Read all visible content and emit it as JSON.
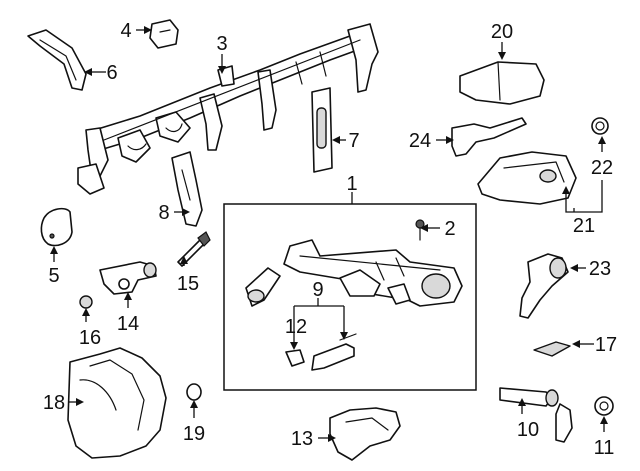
{
  "diagram": {
    "callouts": [
      {
        "id": "c1",
        "text": "1"
      },
      {
        "id": "c2",
        "text": "2"
      },
      {
        "id": "c3",
        "text": "3"
      },
      {
        "id": "c4",
        "text": "4"
      },
      {
        "id": "c5",
        "text": "5"
      },
      {
        "id": "c6",
        "text": "6"
      },
      {
        "id": "c7",
        "text": "7"
      },
      {
        "id": "c8",
        "text": "8"
      },
      {
        "id": "c9",
        "text": "9"
      },
      {
        "id": "c10",
        "text": "10"
      },
      {
        "id": "c11",
        "text": "11"
      },
      {
        "id": "c12",
        "text": "12"
      },
      {
        "id": "c13",
        "text": "13"
      },
      {
        "id": "c14",
        "text": "14"
      },
      {
        "id": "c15",
        "text": "15"
      },
      {
        "id": "c16",
        "text": "16"
      },
      {
        "id": "c17",
        "text": "17"
      },
      {
        "id": "c18",
        "text": "18"
      },
      {
        "id": "c19",
        "text": "19"
      },
      {
        "id": "c20",
        "text": "20"
      },
      {
        "id": "c21",
        "text": "21"
      },
      {
        "id": "c22",
        "text": "22"
      },
      {
        "id": "c23",
        "text": "23"
      },
      {
        "id": "c24",
        "text": "24"
      }
    ]
  }
}
